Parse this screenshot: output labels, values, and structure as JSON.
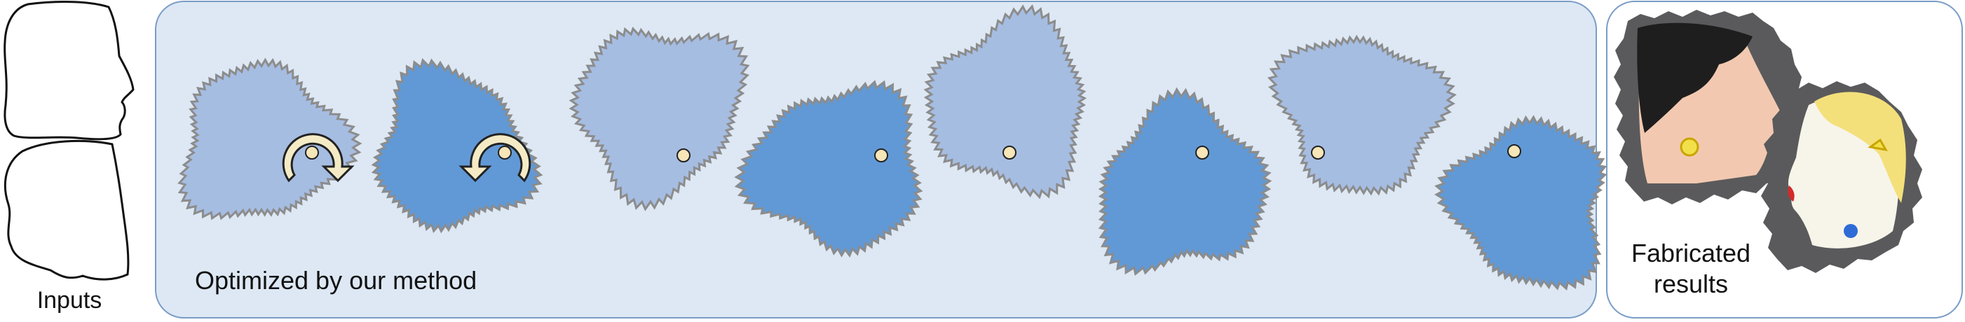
{
  "inputs": {
    "label": "Inputs"
  },
  "method": {
    "label": "Optimized by our method"
  },
  "results": {
    "label_line1": "Fabricated",
    "label_line2": "results"
  },
  "colors": {
    "panel_fill": "#dde8f4",
    "panel_stroke": "#7a9cc6",
    "gear_light": "#a6bde2",
    "gear_dark": "#6199d6",
    "gear_edge": "#8c8c8c",
    "pivot": "#f6e6b8",
    "rotation_arrow": "#f4ebc6"
  },
  "icons": [
    "face-outline-icon",
    "gear-shape-icon",
    "rotation-arrow-icon",
    "pivot-dot-icon"
  ]
}
